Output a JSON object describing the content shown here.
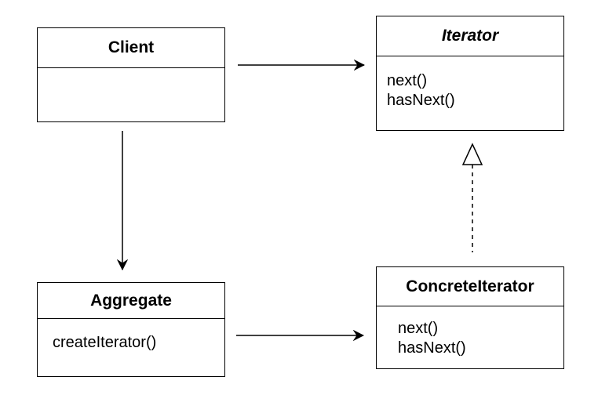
{
  "classes": {
    "client": {
      "name": "Client",
      "methods": []
    },
    "iterator": {
      "name": "Iterator",
      "abstract": true,
      "methods": [
        "next()",
        "hasNext()"
      ]
    },
    "aggregate": {
      "name": "Aggregate",
      "methods": [
        "createIterator()"
      ]
    },
    "concrete_iterator": {
      "name": "ConcreteIterator",
      "methods": [
        "next()",
        "hasNext()"
      ]
    }
  },
  "relations": [
    {
      "from": "Client",
      "to": "Iterator",
      "kind": "association"
    },
    {
      "from": "Client",
      "to": "Aggregate",
      "kind": "association"
    },
    {
      "from": "Aggregate",
      "to": "ConcreteIterator",
      "kind": "association"
    },
    {
      "from": "ConcreteIterator",
      "to": "Iterator",
      "kind": "realization"
    }
  ],
  "colors": {
    "stroke": "#000000",
    "background": "#ffffff"
  }
}
